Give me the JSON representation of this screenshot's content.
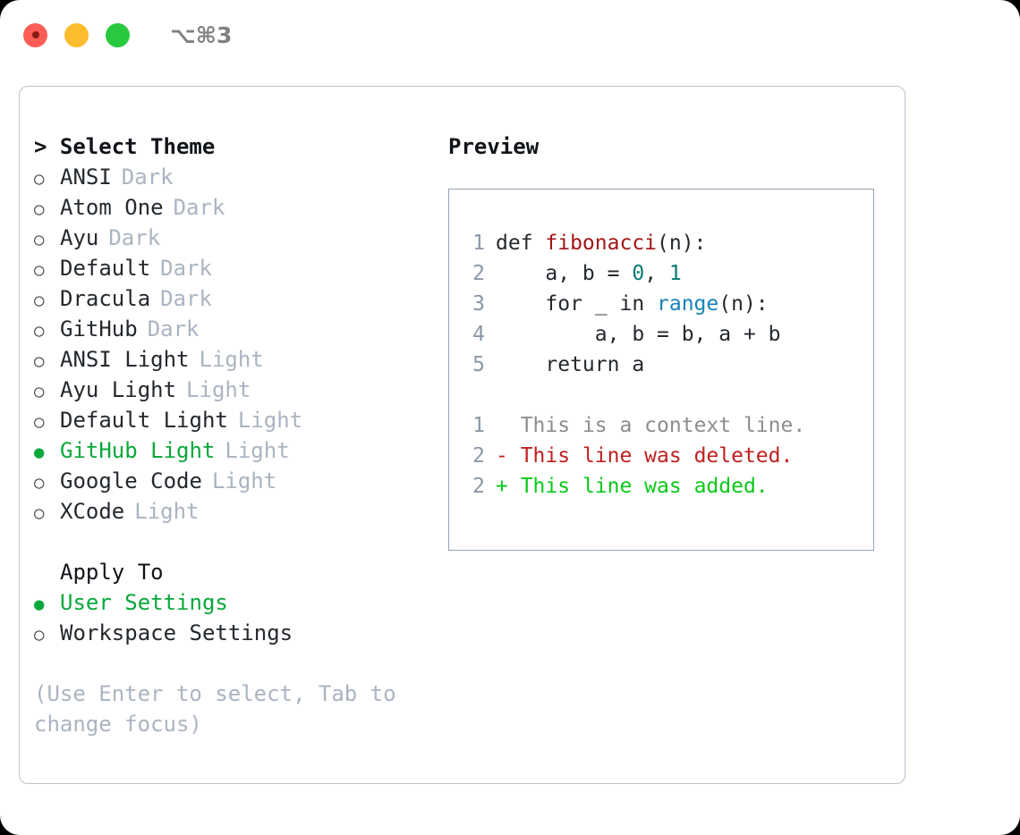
{
  "titlebar": {
    "shortcut": "⌥⌘3",
    "lights": [
      "close-red",
      "minimize-yellow",
      "maximize-green"
    ]
  },
  "colors": {
    "accent_green": "#0aa83c",
    "text": "#24292e",
    "muted": "#aab4c2",
    "border": "#b9c2cd",
    "code_border": "#95a3b5",
    "lineno": "#8b97a8",
    "diff_add": "#0ac919",
    "diff_del": "#c02020",
    "syntax_fn": "#a31515",
    "syntax_num": "#0b7a72",
    "syntax_call": "#1784b8"
  },
  "theme_list": {
    "heading": "> Select Theme",
    "items": [
      {
        "marker": "○",
        "label": "ANSI",
        "tag": "Dark",
        "selected": false
      },
      {
        "marker": "○",
        "label": "Atom One",
        "tag": "Dark",
        "selected": false
      },
      {
        "marker": "○",
        "label": "Ayu",
        "tag": "Dark",
        "selected": false
      },
      {
        "marker": "○",
        "label": "Default",
        "tag": "Dark",
        "selected": false
      },
      {
        "marker": "○",
        "label": "Dracula",
        "tag": "Dark",
        "selected": false
      },
      {
        "marker": "○",
        "label": "GitHub",
        "tag": "Dark",
        "selected": false
      },
      {
        "marker": "○",
        "label": "ANSI Light",
        "tag": "Light",
        "selected": false
      },
      {
        "marker": "○",
        "label": "Ayu Light",
        "tag": "Light",
        "selected": false
      },
      {
        "marker": "○",
        "label": "Default Light",
        "tag": "Light",
        "selected": false
      },
      {
        "marker": "●",
        "label": "GitHub Light",
        "tag": "Light",
        "selected": true
      },
      {
        "marker": "○",
        "label": "Google Code",
        "tag": "Light",
        "selected": false
      },
      {
        "marker": "○",
        "label": "XCode",
        "tag": "Light",
        "selected": false
      }
    ]
  },
  "apply_to": {
    "heading": "Apply To",
    "items": [
      {
        "marker": "●",
        "label": "User Settings",
        "selected": true
      },
      {
        "marker": "○",
        "label": "Workspace Settings",
        "selected": false
      }
    ]
  },
  "hint": "(Use Enter to select, Tab to change focus)",
  "preview": {
    "heading": "Preview",
    "code_lines": [
      {
        "no": "1",
        "segments": [
          {
            "text": "def ",
            "style": "plain"
          },
          {
            "text": "fibonacci",
            "style": "fn"
          },
          {
            "text": "(n):",
            "style": "plain"
          }
        ]
      },
      {
        "no": "2",
        "segments": [
          {
            "text": "    a, b = ",
            "style": "plain"
          },
          {
            "text": "0",
            "style": "num"
          },
          {
            "text": ", ",
            "style": "plain"
          },
          {
            "text": "1",
            "style": "num"
          }
        ]
      },
      {
        "no": "3",
        "segments": [
          {
            "text": "    for _ in ",
            "style": "plain"
          },
          {
            "text": "range",
            "style": "call"
          },
          {
            "text": "(n):",
            "style": "plain"
          }
        ]
      },
      {
        "no": "4",
        "segments": [
          {
            "text": "        a, b = b, a + b",
            "style": "plain"
          }
        ]
      },
      {
        "no": "5",
        "segments": [
          {
            "text": "    return a",
            "style": "plain"
          }
        ]
      }
    ],
    "diff_lines": [
      {
        "no": "1",
        "sign": "  ",
        "text": "This is a context line.",
        "kind": "context"
      },
      {
        "no": "2",
        "sign": "- ",
        "text": "This line was deleted.",
        "kind": "deleted"
      },
      {
        "no": "2",
        "sign": "+ ",
        "text": "This line was added.",
        "kind": "added"
      }
    ]
  }
}
